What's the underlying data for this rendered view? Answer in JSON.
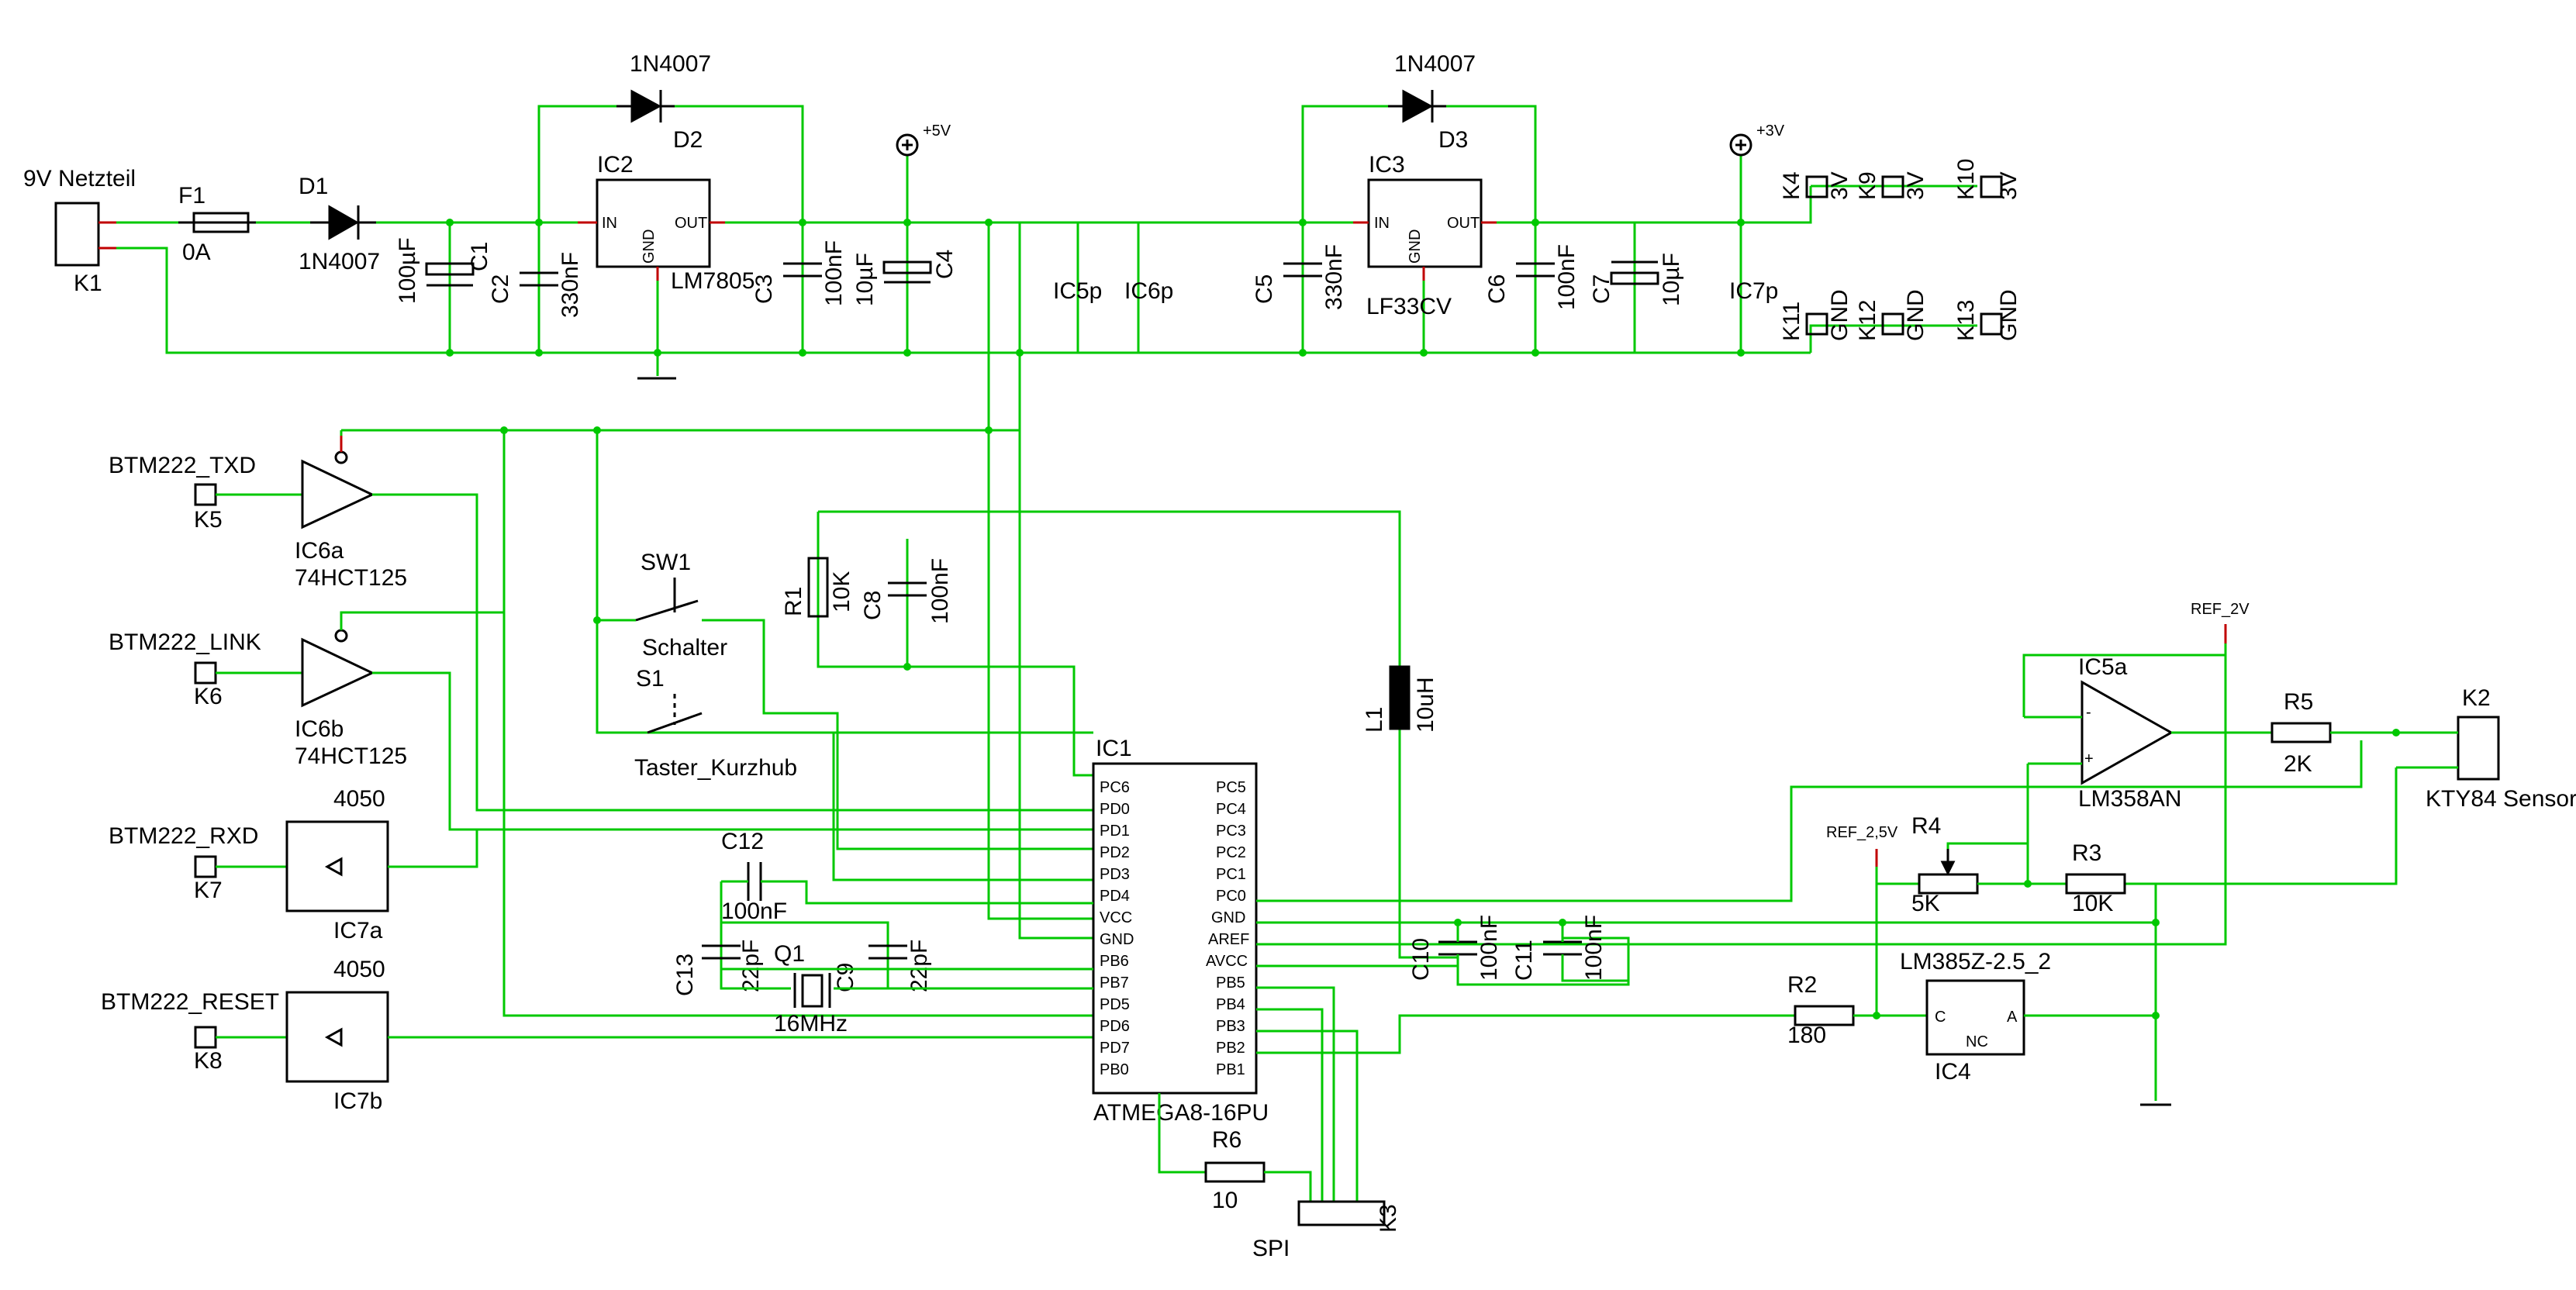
{
  "power_supply": {
    "input_connector": {
      "ref": "K1",
      "label": "9V Netzteil"
    },
    "fuse": {
      "ref": "F1",
      "value": "0A"
    },
    "diode_in": {
      "ref": "D1",
      "value": "1N4007"
    },
    "cap_c1": {
      "ref": "C1",
      "value": "100µF"
    },
    "cap_c2": {
      "ref": "C2",
      "value": "330nF"
    },
    "reg_5v": {
      "ref": "IC2",
      "value": "LM7805",
      "pins": [
        "IN",
        "GND",
        "OUT"
      ]
    },
    "diode_d2": {
      "ref": "D2",
      "value": "1N4007"
    },
    "cap_c3": {
      "ref": "C3",
      "value": "100nF"
    },
    "cap_c4": {
      "ref": "C4",
      "value": "10µF"
    },
    "rail_5v": "+5V",
    "ic5p": "IC5p",
    "ic6p": "IC6p",
    "cap_c5": {
      "ref": "C5",
      "value": "330nF"
    },
    "reg_3v": {
      "ref": "IC3",
      "value": "LF33CV",
      "pins": [
        "IN",
        "GND",
        "OUT"
      ]
    },
    "diode_d3": {
      "ref": "D3",
      "value": "1N4007"
    },
    "cap_c6": {
      "ref": "C6",
      "value": "100nF"
    },
    "cap_c7": {
      "ref": "C7",
      "value": "10µF"
    },
    "rail_3v": "+3V",
    "ic7p": "IC7p",
    "headers_3v": [
      {
        "ref": "K4",
        "label": "3V"
      },
      {
        "ref": "K9",
        "label": "3V"
      },
      {
        "ref": "K10",
        "label": "3V"
      }
    ],
    "headers_gnd": [
      {
        "ref": "K11",
        "label": "GND"
      },
      {
        "ref": "K12",
        "label": "GND"
      },
      {
        "ref": "K13",
        "label": "GND"
      }
    ]
  },
  "bluetooth": {
    "txd": {
      "net": "BTM222_TXD",
      "conn": "K5",
      "gate": "IC6a",
      "part": "74HCT125"
    },
    "link": {
      "net": "BTM222_LINK",
      "conn": "K6",
      "gate": "IC6b",
      "part": "74HCT125"
    },
    "rxd": {
      "net": "BTM222_RXD",
      "conn": "K7",
      "gate": "IC7a",
      "part": "4050"
    },
    "reset": {
      "net": "BTM222_RESET",
      "conn": "K8",
      "gate": "IC7b",
      "part": "4050"
    }
  },
  "inputs": {
    "sw1": {
      "ref": "SW1",
      "label": "Schalter"
    },
    "s1": {
      "ref": "S1",
      "label": "Taster_Kurzhub"
    },
    "r1": {
      "ref": "R1",
      "value": "10K"
    },
    "c8": {
      "ref": "C8",
      "value": "100nF"
    },
    "l1": {
      "ref": "L1",
      "value": "10uH"
    }
  },
  "mcu": {
    "ref": "IC1",
    "value": "ATMEGA8-16PU",
    "left_pins": [
      "PC6",
      "PD0",
      "PD1",
      "PD2",
      "PD3",
      "PD4",
      "VCC",
      "GND",
      "PB6",
      "PB7",
      "PD5",
      "PD6",
      "PD7",
      "PB0"
    ],
    "right_pins": [
      "PC5",
      "PC4",
      "PC3",
      "PC2",
      "PC1",
      "PC0",
      "GND",
      "AREF",
      "AVCC",
      "PB5",
      "PB4",
      "PB3",
      "PB2",
      "PB1"
    ]
  },
  "clock": {
    "c12": {
      "ref": "C12",
      "value": "100nF"
    },
    "c13": {
      "ref": "C13",
      "value": "22pF"
    },
    "c9": {
      "ref": "C9",
      "value": "22pF"
    },
    "q1": {
      "ref": "Q1",
      "value": "16MHz"
    }
  },
  "analog": {
    "c10": {
      "ref": "C10",
      "value": "100nF"
    },
    "c11": {
      "ref": "C11",
      "value": "100nF"
    },
    "r6": {
      "ref": "R6",
      "value": "10"
    },
    "spi": {
      "ref": "K3",
      "label": "SPI"
    },
    "ref_2v": "REF_2V",
    "ref_25v": "REF_2,5V",
    "opamp": {
      "ref": "IC5a",
      "value": "LM358AN"
    },
    "r5": {
      "ref": "R5",
      "value": "2K"
    },
    "sensor": {
      "ref": "K2",
      "label": "KTY84 Sensor"
    },
    "r4": {
      "ref": "R4",
      "value": "5K"
    },
    "r3": {
      "ref": "R3",
      "value": "10K"
    },
    "r2": {
      "ref": "R2",
      "value": "180"
    },
    "vref": {
      "ref": "IC4",
      "value": "LM385Z-2.5_2",
      "pins": [
        "C",
        "A",
        "NC"
      ]
    }
  },
  "colors": {
    "wire": "#00c800",
    "symbol": "#000000",
    "pin_stub": "#c00000",
    "background": "#ffffff"
  }
}
